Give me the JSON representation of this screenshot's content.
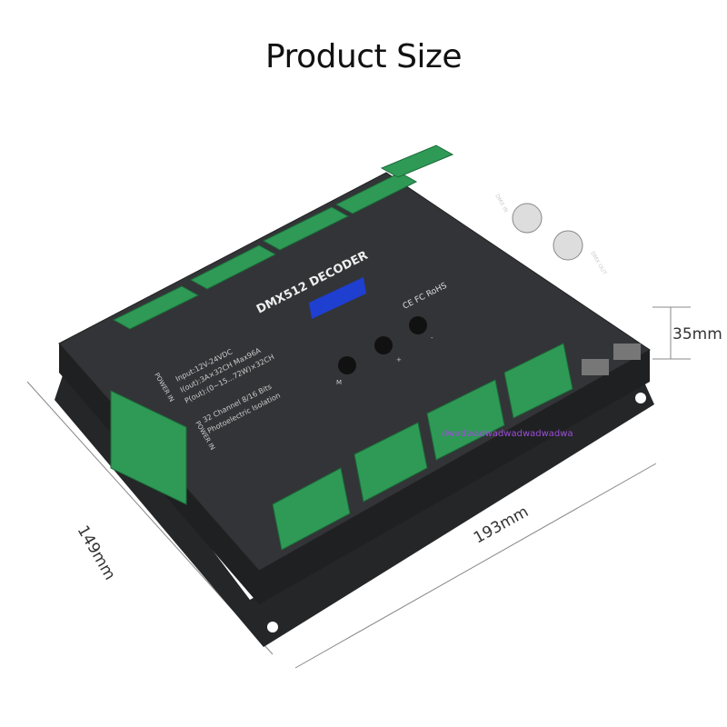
{
  "title": "Product Size",
  "dimensions": {
    "depth": "35mm",
    "width": "193mm",
    "length": "149mm"
  },
  "device": {
    "name": "DMX512 DECODER",
    "specs": [
      "Input:12V-24VDC",
      "I(out):3A×32CH Max96A",
      "P(out):(0~15...72W)×32CH",
      "32 Channel 8/16 Bits",
      "Photoelectric Isolation"
    ],
    "buttons": [
      "M",
      "+",
      "-"
    ],
    "power_labels": [
      "POWER IN",
      "POWER IN"
    ],
    "port_labels": [
      "DMX IN",
      "DMX OUT"
    ],
    "cert_marks": "CE FC RoHS",
    "colors": {
      "body": "#2b2c2e",
      "body_top": "#3a3b3e",
      "terminal": "#2f9a56",
      "display": "#1e3fd0"
    }
  },
  "watermark": "dwadwadwadwadwadwadwa"
}
